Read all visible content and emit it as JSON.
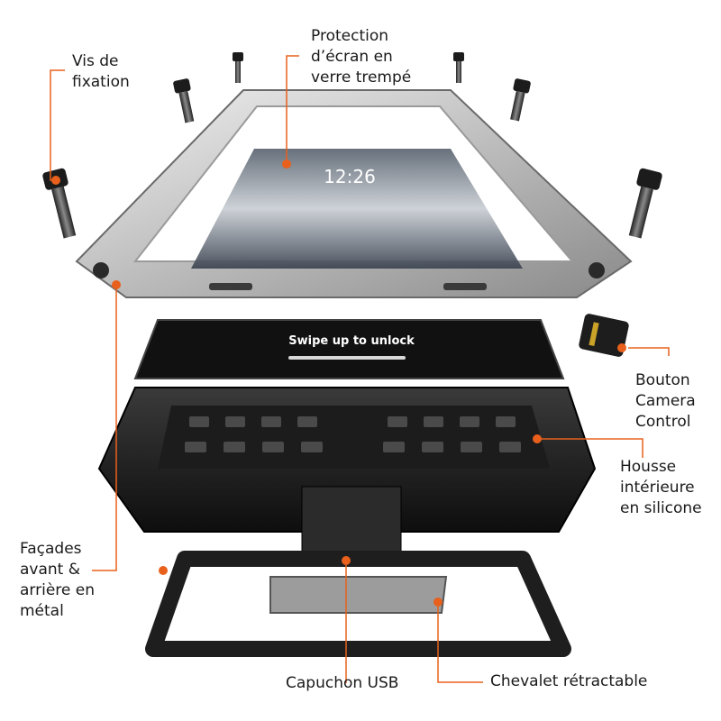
{
  "accent_color": "#e8601c",
  "phone_screen": {
    "lock_time": "12:26",
    "unlock_hint": "Swipe up to unlock"
  },
  "callouts": [
    {
      "id": "screws",
      "lines": [
        "Vis de",
        "fixation"
      ]
    },
    {
      "id": "glass",
      "lines": [
        "Protection",
        "d’écran en",
        "verre trempé"
      ]
    },
    {
      "id": "camera_button",
      "lines": [
        "Bouton",
        "Camera",
        "Control"
      ]
    },
    {
      "id": "silicone",
      "lines": [
        "Housse",
        "intérieure",
        "en silicone"
      ]
    },
    {
      "id": "metal",
      "lines": [
        "Façades",
        "avant &",
        "arrière en",
        "métal"
      ]
    },
    {
      "id": "usb",
      "lines": [
        "Capuchon USB"
      ]
    },
    {
      "id": "stand",
      "lines": [
        "Chevalet rétractable"
      ]
    }
  ]
}
